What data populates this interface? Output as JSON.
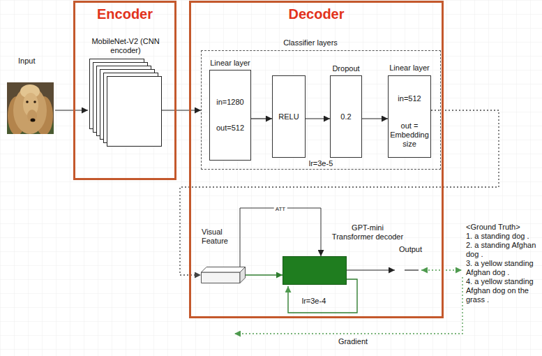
{
  "diagram": {
    "nodes": [
      {
        "text": [
          "Encoder"
        ]
      },
      {
        "text": [
          "MobileNet-V2 (CNN encoder)"
        ],
        "in": 0
      },
      {
        "text": [
          "Decoder"
        ]
      },
      {
        "text": [
          "Classifier layers",
          "lr=3e-5"
        ],
        "in": 2
      },
      {
        "text": [
          "Linear layer",
          "in=1280",
          "out=512"
        ],
        "in": 3
      },
      {
        "text": [
          "RELU"
        ],
        "in": 3
      },
      {
        "text": [
          "Dropout",
          "0.2"
        ],
        "in": 3
      },
      {
        "text": [
          "Linear layer",
          "in=512",
          "out = Embedding size"
        ],
        "in": 3
      },
      {
        "text": [
          "Visual Feature"
        ],
        "in": 2
      },
      {
        "text": [
          "GPT-mini Transformer decoder"
        ],
        "in": 2
      }
    ],
    "edges": [
      {
        "from": 1,
        "to": 3,
        "arrow": "to"
      },
      {
        "from": 4,
        "to": 5,
        "arrow": "to"
      },
      {
        "from": 5,
        "to": 6,
        "arrow": "to"
      },
      {
        "from": 6,
        "to": 7,
        "arrow": "to"
      },
      {
        "from": 7,
        "to": 8,
        "arrow": "to"
      },
      {
        "from": 8,
        "to": 9,
        "arrow": "to"
      },
      {
        "from": 8,
        "to": 9,
        "label": "ATT",
        "arrow": "to"
      }
    ],
    "labels": [
      "Input",
      "Output",
      "<Ground Truth>",
      "1. a standing dog .",
      "2. a standing Afghan dog .",
      "3. a yellow standing Afghan dog .",
      "4. a yellow standing Afghan dog on the grass .",
      "lr=3e-4",
      "Gradient"
    ]
  }
}
